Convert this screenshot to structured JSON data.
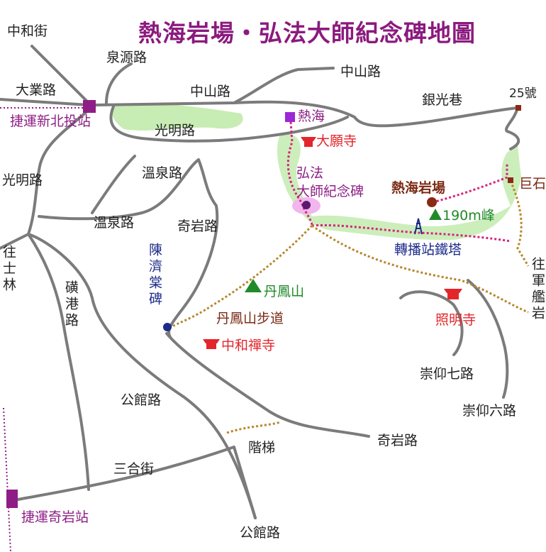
{
  "title": "熱海岩場・弘法大師紀念碑地圖",
  "colors": {
    "road": "#7b7b7b",
    "road_label": "#222222",
    "mrt": "#8e1e86",
    "park": "#c7ecb4",
    "trail_red": "#d6237e",
    "trail_brown": "#b7862b",
    "temple": "#e3262b",
    "peak": "#1f8a28",
    "navy": "#1c2a8a"
  },
  "roads": {
    "zhonghe_st": "中和街",
    "quanyuan_rd": "泉源路",
    "daye_rd": "大業路",
    "zhongshan_rd_1": "中山路",
    "zhongshan_rd_2": "中山路",
    "guangming_rd_1": "光明路",
    "guangming_rd_2": "光明路",
    "yinguang_ln": "銀光巷",
    "no25": "25號",
    "wenquan_rd_1": "溫泉路",
    "wenquan_rd_2": "溫泉路",
    "qiyan_rd_1": "奇岩路",
    "qiyan_rd_2": "奇岩路",
    "to_shilin": "往士林",
    "kuanggang_rd": "磺港路",
    "gongguan_rd_1": "公館路",
    "gongguan_rd_2": "公館路",
    "sanhe_st": "三合街",
    "stairs": "階梯",
    "chongyang7": "崇仰七路",
    "chongyang6": "崇仰六路",
    "to_junjian": "往軍艦岩"
  },
  "stations": {
    "xinbeitou": "捷運新北投站",
    "qiyan": "捷運奇岩站"
  },
  "pois": {
    "rehai": "熱海",
    "dayuan_temple": "大願寺",
    "kobo_monument": "弘法\n大師紀念碑",
    "rehai_crag": "熱海岩場",
    "big_rock": "巨石",
    "peak_190": "190m峰",
    "relay_tower": "轉播站鐵塔",
    "chen_ji_tang": "陳濟棠碑",
    "danfeng_mt": "丹鳳山",
    "danfeng_trail": "丹鳳山步道",
    "zhonghe_temple": "中和禪寺",
    "zhaoming_temple": "照明寺"
  }
}
